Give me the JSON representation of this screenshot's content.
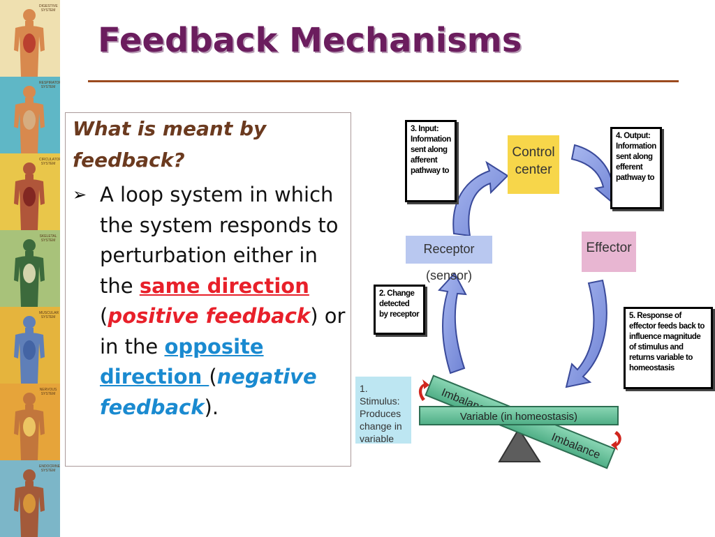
{
  "slide": {
    "title": "Feedback Mechanisms"
  },
  "strip": {
    "tiles": [
      {
        "label": "DIGESTIVE SYSTEM",
        "bg": "#efe0b0",
        "skin": "#d8894e",
        "organ": "#b5342a"
      },
      {
        "label": "RESPIRATORY SYSTEM",
        "bg": "#5fb7c6",
        "skin": "#d8894e",
        "organ": "#d6b48a"
      },
      {
        "label": "CIRCULATORY SYSTEM",
        "bg": "#e9c64a",
        "skin": "#b0563a",
        "organ": "#7a1e1e"
      },
      {
        "label": "SKELETAL SYSTEM",
        "bg": "#a8c27a",
        "skin": "#3c6a3c",
        "organ": "#efe6c0"
      },
      {
        "label": "MUSCULAR SYSTEM",
        "bg": "#e5b43d",
        "skin": "#5f7fb8",
        "organ": "#3e5fa0"
      },
      {
        "label": "NERVOUS SYSTEM",
        "bg": "#e6a43a",
        "skin": "#c2763c",
        "organ": "#f3d36a"
      },
      {
        "label": "ENDOCRINE SYSTEM",
        "bg": "#7cb6c8",
        "skin": "#a35a3a",
        "organ": "#e0a03a"
      }
    ]
  },
  "text": {
    "question_line1": "What is meant by",
    "question_line2": "feedback?",
    "bullet": "➢",
    "p1": "A loop system in which the system responds to perturbation either in the ",
    "same_direction": "same direction",
    "open_paren1": "(",
    "positive_feedback": "positive feedback",
    "close_paren1": ")",
    "p2": " or in the ",
    "opposite_direction": "opposite direction ",
    "open_paren2": "(",
    "negative_feedback": "negative feedback",
    "close_paren2": ")."
  },
  "diagram": {
    "input_note": "3. Input: Information sent along afferent pathway to",
    "output_note": "4. Output: Information sent along efferent pathway to",
    "change_note": "2. Change detected by receptor",
    "response_note": "5. Response of effector feeds back to influence magnitude of stimulus and returns variable to homeostasis",
    "control_center_line1": "Control",
    "control_center_line2": "center",
    "receptor": "Receptor (sensor)",
    "effector": "Effector",
    "stimulus": "1. Stimulus: Produces change in variable",
    "imbalance_left": "Imbalance",
    "imbalance_right": "Imbalance",
    "variable": "Variable (in homeostasis)"
  },
  "colors": {
    "title": "#6b1d5e",
    "rule": "#9b4a1e",
    "arrow_fill": "#8fa2e6",
    "arrow_stroke": "#3a4a9a",
    "beam": "#6fc6a0",
    "fulcrum": "#5d5d5d",
    "red_arrow": "#d0261e"
  }
}
